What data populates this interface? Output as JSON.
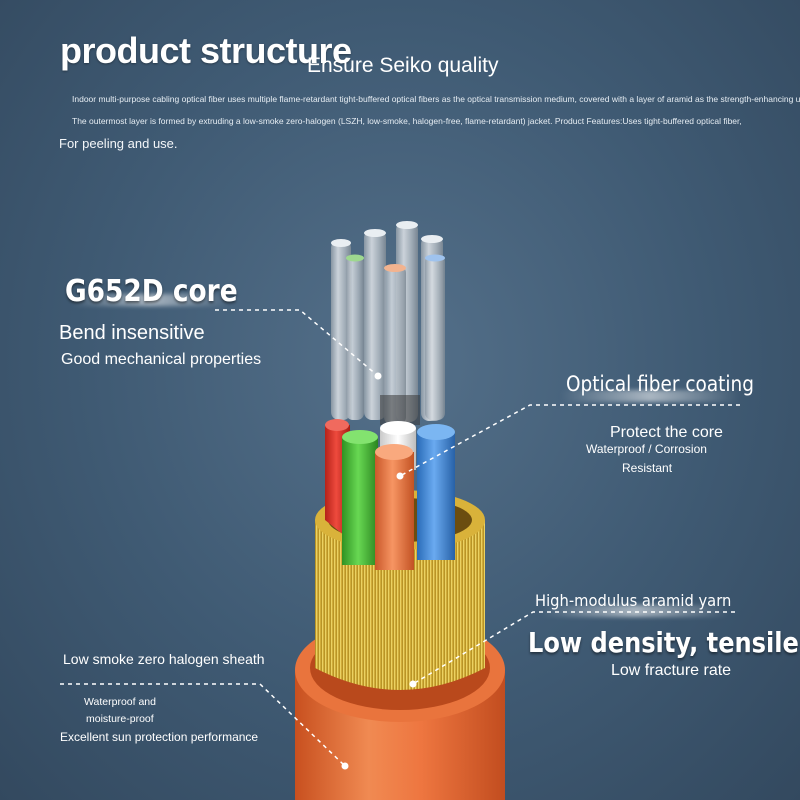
{
  "header": {
    "title": "product structure",
    "subtitle": "Ensure Seiko quality",
    "desc_line1": "Indoor multi-purpose cabling optical fiber uses multiple flame-retardant tight-buffered optical fibers as the optical transmission medium, covered with a layer of aramid as the strength-enhancing unit,",
    "desc_line2": "The outermost layer is formed by extruding a low-smoke zero-halogen (LSZH, low-smoke, halogen-free, flame-retardant) jacket. Product Features:Uses tight-buffered optical fiber,",
    "desc_line3": "For peeling and use."
  },
  "core": {
    "title": "G652D core",
    "line1": "Bend insensitive",
    "line2": "Good mechanical properties"
  },
  "coating": {
    "title": "Optical fiber coating",
    "line1": "Protect the core",
    "line2": "Waterproof / Corrosion",
    "line3": "Resistant"
  },
  "aramid": {
    "title": "High-modulus aramid yarn",
    "line1": "Low density, tensile",
    "line2": "Low fracture rate"
  },
  "sheath": {
    "title": "Low smoke zero halogen sheath",
    "line1": "Waterproof and",
    "line2": "moisture-proof",
    "line3": "Excellent sun protection performance"
  },
  "colors": {
    "background": "#3f5a73",
    "sheath": "#e8703a",
    "aramid": "#e9c94a",
    "fiber_red": "#e2352b",
    "fiber_green": "#4cbf3a",
    "fiber_orange": "#ef7a3e",
    "fiber_blue": "#3f8de0",
    "fiber_white": "#f2f2f2"
  }
}
